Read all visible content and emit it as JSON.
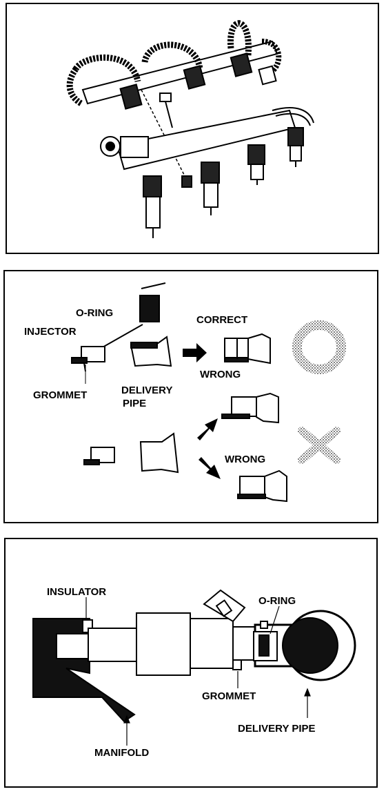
{
  "panel2": {
    "o_ring": "O-RING",
    "injector": "INJECTOR",
    "grommet": "GROMMET",
    "delivery_1": "DELIVERY",
    "delivery_2": "PIPE",
    "correct": "CORRECT",
    "wrong_1": "WRONG",
    "wrong_2": "WRONG"
  },
  "panel3": {
    "insulator": "INSULATOR",
    "o_ring": "O-RING",
    "grommet": "GROMMET",
    "delivery_pipe": "DELIVERY PIPE",
    "manifold": "MANIFOLD"
  }
}
